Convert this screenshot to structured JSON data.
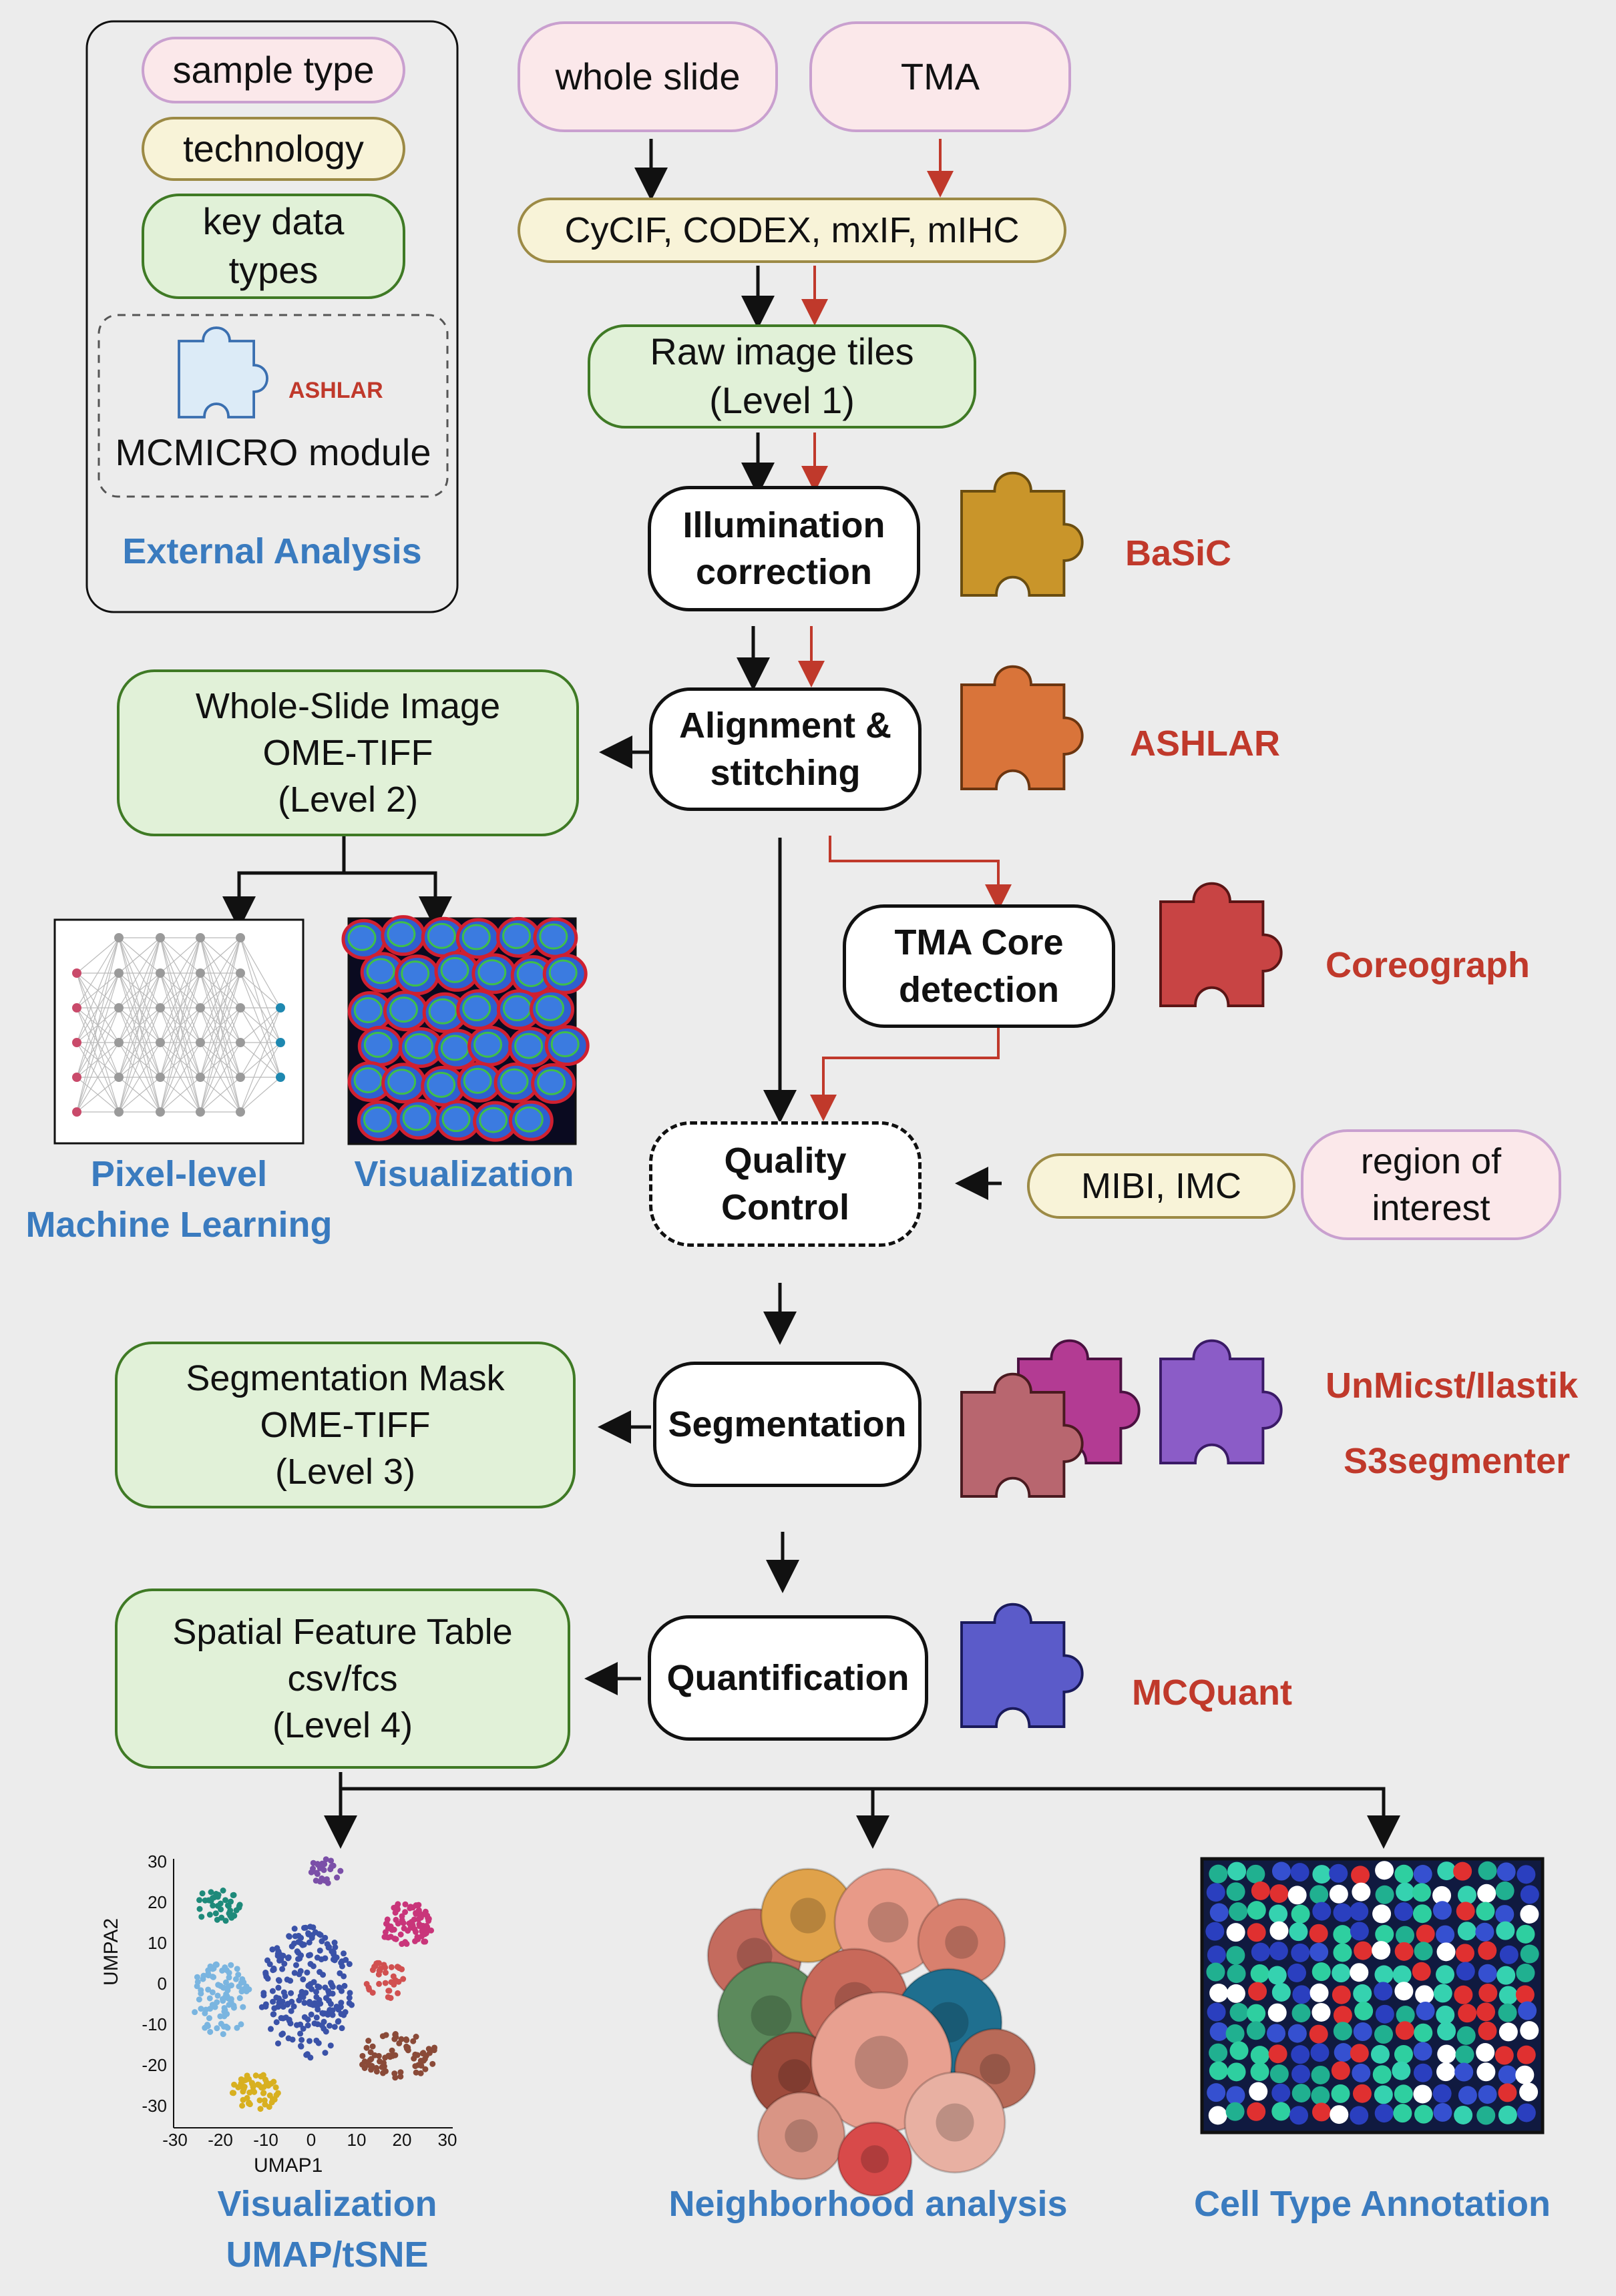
{
  "legend": {
    "sample_type": "sample type",
    "technology": "technology",
    "key_data_1": "key data",
    "key_data_2": "types",
    "ashlar_tag": "ASHLAR",
    "module": "MCMICRO module",
    "external": "External Analysis"
  },
  "inputs": {
    "whole_slide": "whole slide",
    "tma": "TMA",
    "tech": "CyCIF, CODEX, mxIF, mIHC"
  },
  "raw": {
    "line1": "Raw image tiles",
    "line2": "(Level 1)"
  },
  "steps": {
    "illum_1": "Illumination",
    "illum_2": "correction",
    "align_1": "Alignment &",
    "align_2": "stitching",
    "tma_1": "TMA Core",
    "tma_2": "detection",
    "qc_1": "Quality",
    "qc_2": "Control",
    "seg": "Segmentation",
    "quant": "Quantification"
  },
  "tools": {
    "basic": "BaSiC",
    "ashlar": "ASHLAR",
    "coreograph": "Coreograph",
    "unmicst": "UnMicst/Ilastik",
    "s3seg": "S3segmenter",
    "mcquant": "MCQuant"
  },
  "data_products": {
    "wsi_1": "Whole-Slide Image",
    "wsi_2": "OME-TIFF",
    "wsi_3": "(Level 2)",
    "seg_1": "Segmentation Mask",
    "seg_2": "OME-TIFF",
    "seg_3": "(Level 3)",
    "sft_1": "Spatial Feature Table",
    "sft_2": "csv/fcs",
    "sft_3": "(Level 4)"
  },
  "other_inputs": {
    "mibi": "MIBI, IMC",
    "roi_1": "region of",
    "roi_2": "interest"
  },
  "outputs": {
    "pixel_1": "Pixel-level",
    "pixel_2": "Machine Learning",
    "vis": "Visualization",
    "vis2_1": "Visualization",
    "vis2_2": "UMAP/tSNE",
    "neigh": "Neighborhood analysis",
    "celltype": "Cell Type Annotation"
  },
  "umap_axes": {
    "xlabel": "UMAP1",
    "ylabel": "UMPA2",
    "xticks": [
      "-30",
      "-20",
      "-10",
      "0",
      "10",
      "20",
      "30"
    ],
    "yticks": [
      "30",
      "20",
      "10",
      "0",
      "-10",
      "-20",
      "-30"
    ]
  },
  "colors": {
    "basic": "#c9952a",
    "ashlar": "#d9743a",
    "coreograph": "#c84444",
    "unmicst_back": "#b33b93",
    "unmicst_front": "#b8666f",
    "s3seg": "#8b5cc7",
    "mcquant": "#5b5bc9"
  }
}
